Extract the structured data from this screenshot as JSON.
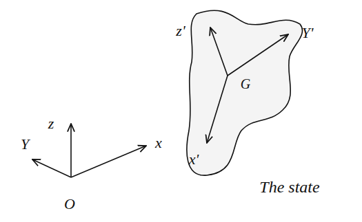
{
  "diagram": {
    "labels": [
      "z",
      "Y",
      "x",
      "O",
      "z'",
      "Y'",
      "x'",
      "G",
      "The state"
    ]
  }
}
